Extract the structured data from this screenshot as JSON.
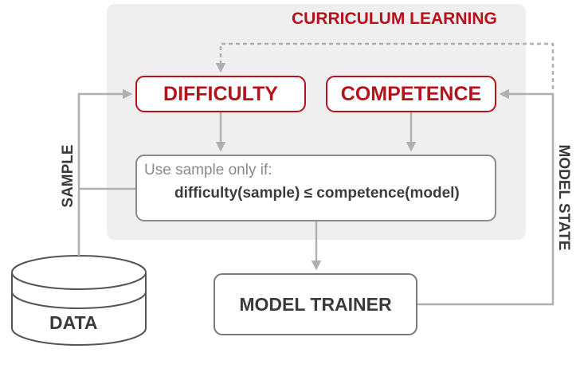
{
  "title": "CURRICULUM LEARNING",
  "nodes": {
    "difficulty": "DIFFICULTY",
    "competence": "COMPETENCE",
    "rule_intro": "Use sample only if:",
    "rule_expr": "difficulty(sample) ≤ competence(model)",
    "model_trainer": "MODEL TRAINER",
    "data": "DATA"
  },
  "edge_labels": {
    "sample": "SAMPLE",
    "model_state": "MODEL STATE"
  },
  "colors": {
    "accent_red": "#b5121b",
    "arrow_gray": "#b0b0b0",
    "panel_bg": "#efefef",
    "text_dark": "#3a3a3a"
  }
}
